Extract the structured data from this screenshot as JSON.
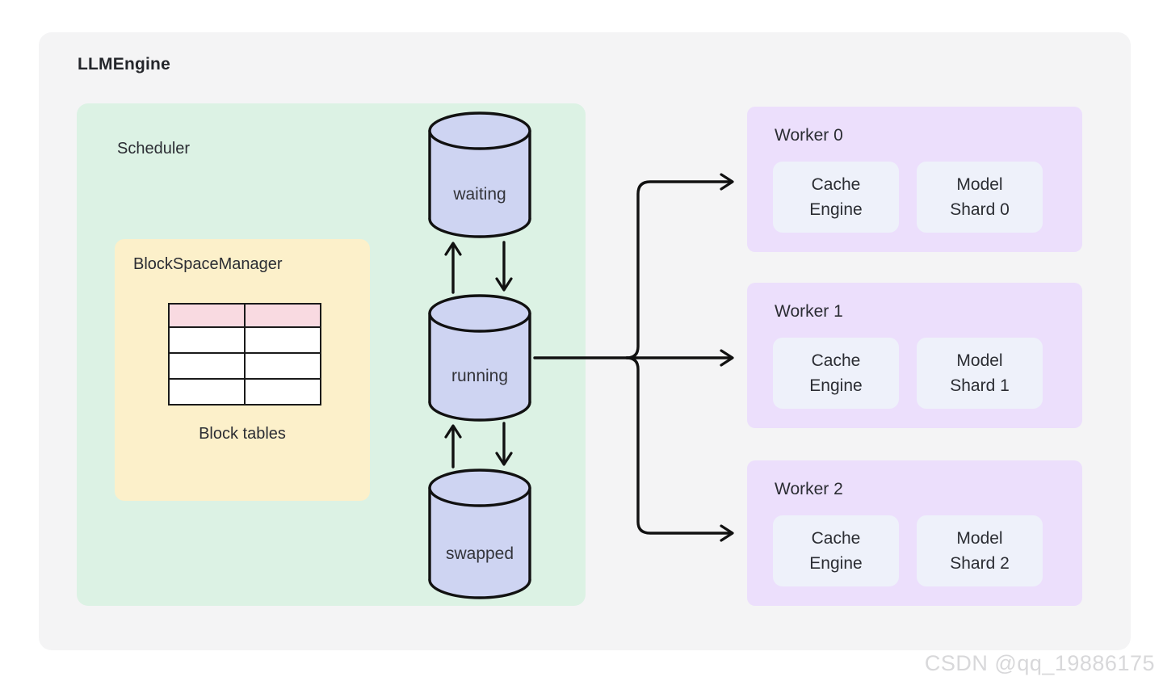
{
  "page": {
    "title": "LLMEngine",
    "watermark": "CSDN @qq_19886175"
  },
  "scheduler": {
    "label": "Scheduler",
    "block_space_manager": {
      "label": "BlockSpaceManager",
      "caption": "Block tables",
      "table": {
        "rows": 4,
        "cols": 2,
        "header_row_color": "#f9dae1",
        "body_row_color": "#ffffff"
      }
    },
    "queues": [
      {
        "label": "waiting"
      },
      {
        "label": "running"
      },
      {
        "label": "swapped"
      }
    ]
  },
  "workers": [
    {
      "label": "Worker 0",
      "cache_engine": "Cache\nEngine",
      "model_shard": "Model\nShard 0"
    },
    {
      "label": "Worker 1",
      "cache_engine": "Cache\nEngine",
      "model_shard": "Model\nShard 1"
    },
    {
      "label": "Worker 2",
      "cache_engine": "Cache\nEngine",
      "model_shard": "Model\nShard 2"
    }
  ],
  "colors": {
    "card": "#f4f4f5",
    "scheduler": "#dcf2e4",
    "block_space_manager": "#fcf0ca",
    "table_header": "#f9dae1",
    "queue_fill": "#ced4f2",
    "worker": "#ecdffc",
    "worker_inner": "#eef1fa",
    "stroke": "#111111",
    "text": "#2b2d33"
  }
}
